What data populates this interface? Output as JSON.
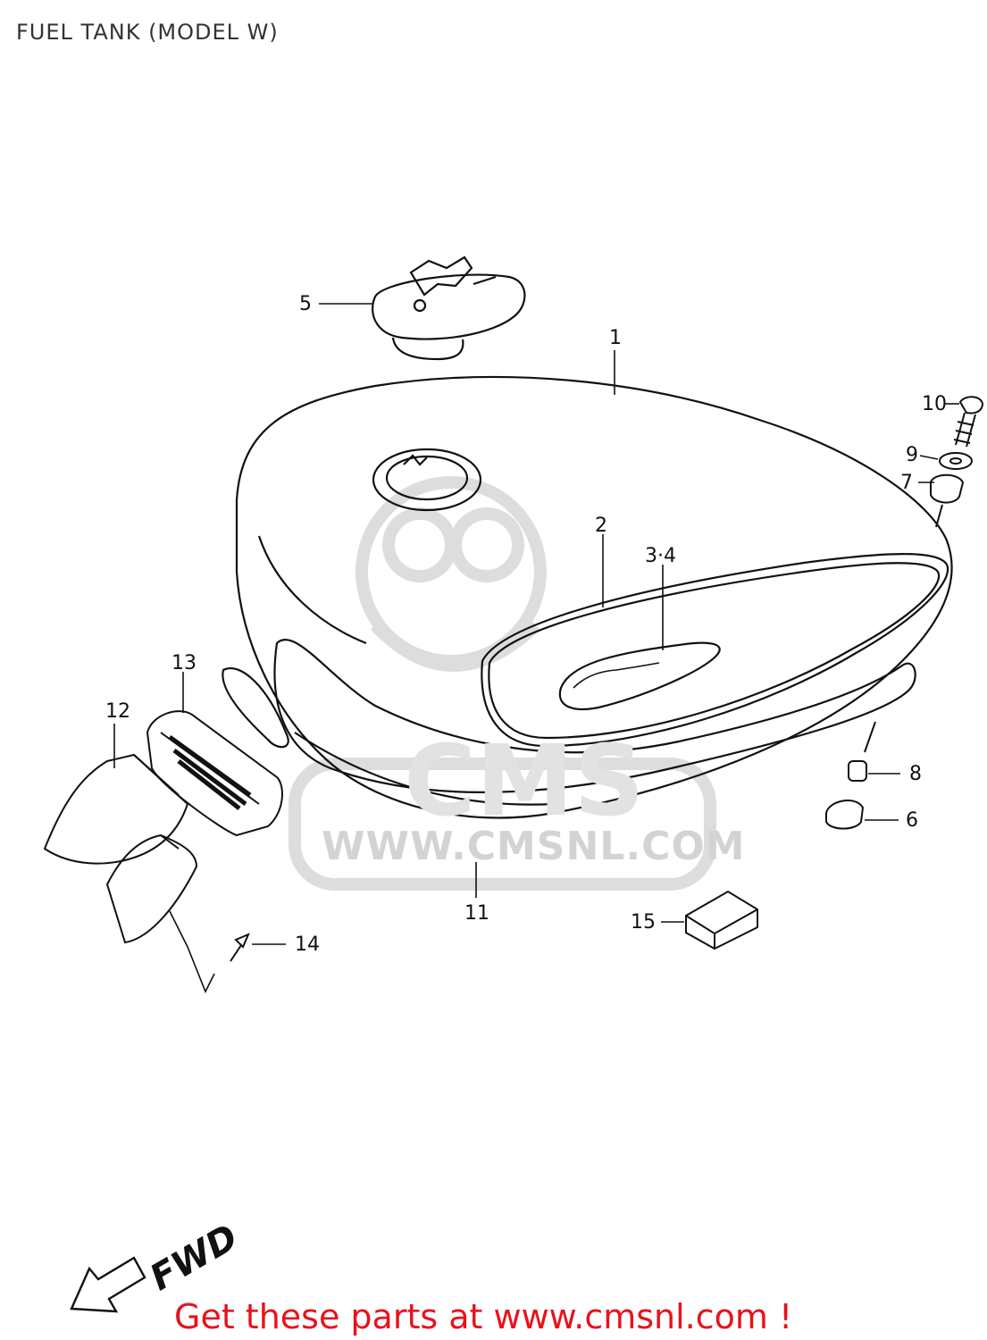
{
  "title": "FUEL TANK (MODEL W)",
  "footer": "Get these parts at www.cmsnl.com !",
  "watermark": {
    "brand": "CMS",
    "url": "WWW.CMSNL.COM"
  },
  "direction_label": "FWD",
  "callouts": {
    "c1": "1",
    "c2": "2",
    "c34": "3·4",
    "c5": "5",
    "c6": "6",
    "c7": "7",
    "c8": "8",
    "c9": "9",
    "c10": "10",
    "c11": "11",
    "c12": "12",
    "c13": "13",
    "c14": "14",
    "c15": "15"
  },
  "colors": {
    "footer": "#e8121c",
    "watermark": "#d3d3d3",
    "line": "#111111"
  }
}
